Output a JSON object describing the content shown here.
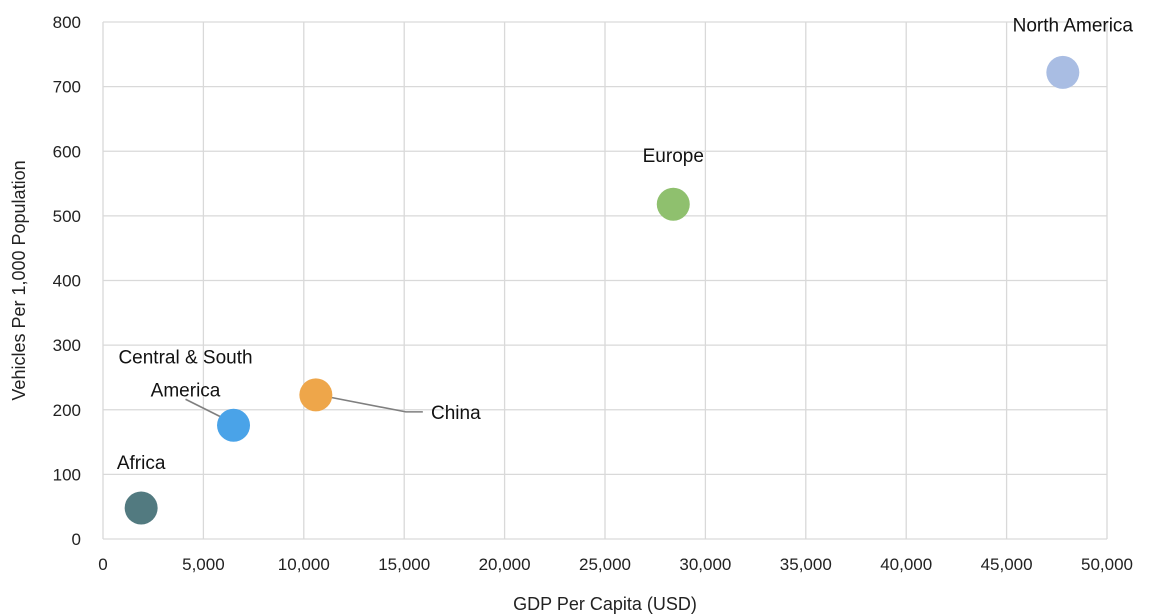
{
  "chart_data": {
    "type": "scatter",
    "title": "",
    "xlabel": "GDP Per Capita (USD)",
    "ylabel": "Vehicles Per 1,000 Population",
    "xlim": [
      0,
      50000
    ],
    "ylim": [
      0,
      800
    ],
    "x_ticks": [
      {
        "value": 0,
        "label": "0"
      },
      {
        "value": 5000,
        "label": "5,000"
      },
      {
        "value": 10000,
        "label": "10,000"
      },
      {
        "value": 15000,
        "label": "15,000"
      },
      {
        "value": 20000,
        "label": "20,000"
      },
      {
        "value": 25000,
        "label": "25,000"
      },
      {
        "value": 30000,
        "label": "30,000"
      },
      {
        "value": 35000,
        "label": "35,000"
      },
      {
        "value": 40000,
        "label": "40,000"
      },
      {
        "value": 45000,
        "label": "45,000"
      },
      {
        "value": 50000,
        "label": "50,000"
      }
    ],
    "y_ticks": [
      {
        "value": 0,
        "label": "0"
      },
      {
        "value": 100,
        "label": "100"
      },
      {
        "value": 200,
        "label": "200"
      },
      {
        "value": 300,
        "label": "300"
      },
      {
        "value": 400,
        "label": "400"
      },
      {
        "value": 500,
        "label": "500"
      },
      {
        "value": 600,
        "label": "600"
      },
      {
        "value": 700,
        "label": "700"
      },
      {
        "value": 800,
        "label": "800"
      }
    ],
    "grid": true,
    "legend": "none",
    "points": [
      {
        "label": "Africa",
        "x": 1900,
        "y": 48,
        "color": "#527a80",
        "label_lines": [
          "Africa"
        ]
      },
      {
        "label": "Central & South America",
        "x": 6500,
        "y": 176,
        "color": "#4aa3e8",
        "label_lines": [
          "Central & South",
          "America"
        ]
      },
      {
        "label": "China",
        "x": 10600,
        "y": 223,
        "color": "#eea64a",
        "label_lines": [
          "China"
        ]
      },
      {
        "label": "Europe",
        "x": 28400,
        "y": 518,
        "color": "#8fc06e",
        "label_lines": [
          "Europe"
        ]
      },
      {
        "label": "North America",
        "x": 47800,
        "y": 722,
        "color": "#a9bde3",
        "label_lines": [
          "North America"
        ]
      }
    ]
  }
}
